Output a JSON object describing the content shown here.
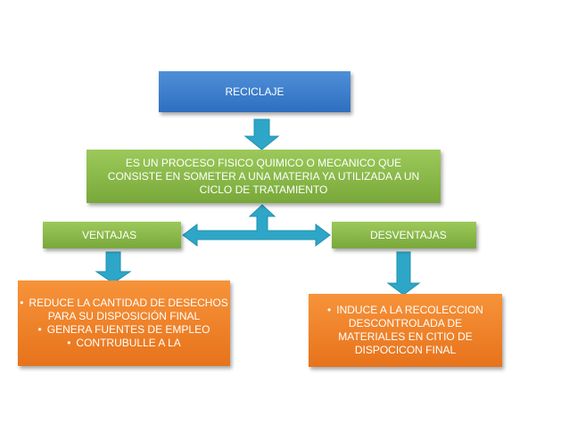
{
  "colors": {
    "blue": "#3a7dcc",
    "green": "#8bbb4a",
    "orange": "#f0842a",
    "arrow": "#2ea6c7"
  },
  "title": "RECICLAJE",
  "definition": "ES UN PROCESO FISICO QUIMICO  O MECANICO QUE CONSISTE EN SOMETER A UNA MATERIA YA UTILIZADA A UN CICLO DE TRATAMIENTO",
  "ventajas": {
    "label": "VENTAJAS",
    "items": [
      "REDUCE LA CANTIDAD DE DESECHOS PARA SU DISPOSICIÓN FINAL",
      "GENERA FUENTES DE EMPLEO",
      "CONTRUBULLE A LA"
    ]
  },
  "desventajas": {
    "label": "DESVENTAJAS",
    "items": [
      "INDUCE A LA RECOLECCION DESCONTROLADA DE MATERIALES EN CITIO DE DISPOCICON FINAL"
    ]
  },
  "bullet": "•"
}
